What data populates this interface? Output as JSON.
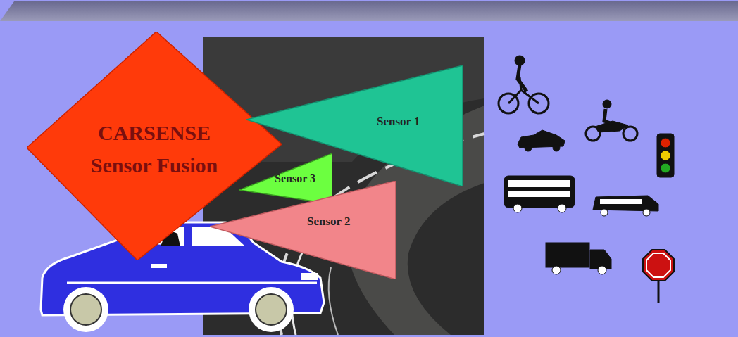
{
  "diagram": {
    "nodes": [
      {
        "text": [
          "CARSENSE Sensor Fusion"
        ]
      },
      {
        "text": [
          "Sensor 1"
        ]
      },
      {
        "text": [
          "Sensor 3"
        ]
      },
      {
        "text": [
          "Sensor 2"
        ]
      }
    ]
  }
}
